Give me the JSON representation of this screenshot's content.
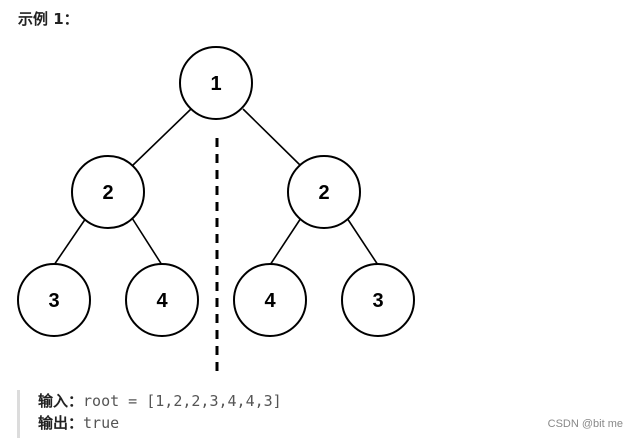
{
  "heading": "示例 1：",
  "tree": {
    "nodes": [
      {
        "id": "root",
        "label": "1"
      },
      {
        "id": "left",
        "label": "2"
      },
      {
        "id": "right",
        "label": "2"
      },
      {
        "id": "left-left",
        "label": "3"
      },
      {
        "id": "left-right",
        "label": "4"
      },
      {
        "id": "right-left",
        "label": "4"
      },
      {
        "id": "right-right",
        "label": "3"
      }
    ],
    "symmetry_axis": "dashed"
  },
  "example": {
    "input_label": "输入：",
    "input_value": "root = [1,2,2,3,4,4,3]",
    "output_label": "输出：",
    "output_value": "true"
  },
  "watermark": "CSDN @bit me"
}
